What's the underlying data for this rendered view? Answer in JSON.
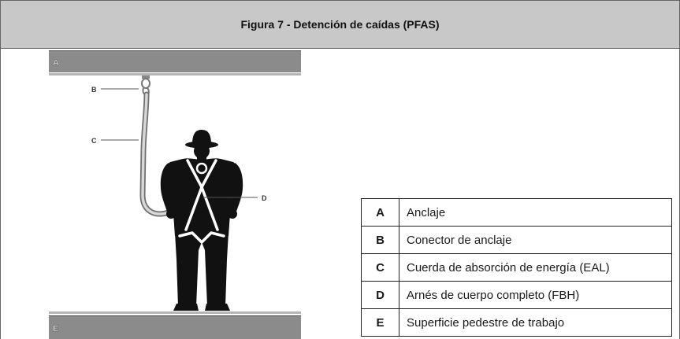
{
  "figure": {
    "title": "Figura 7 - Detención de caídas (PFAS)"
  },
  "illustration": {
    "labels": {
      "anchorage": "A",
      "anchorage_connector": "B",
      "energy_absorbing_lanyard": "C",
      "full_body_harness": "D",
      "walking_working_surface": "E"
    }
  },
  "legend_table": {
    "rows": [
      {
        "letter": "A",
        "description": "Anclaje"
      },
      {
        "letter": "B",
        "description": "Conector de anclaje"
      },
      {
        "letter": "C",
        "description": "Cuerda de absorción de energía (EAL)"
      },
      {
        "letter": "D",
        "description": "Arnés de cuerpo completo (FBH)"
      },
      {
        "letter": "E",
        "description": "Superficie pedestre de trabajo"
      }
    ]
  },
  "colors": {
    "header_background": "#c8c8c8",
    "beam": "#8b8b8b",
    "silhouette": "#111111",
    "table_border": "#222222"
  }
}
